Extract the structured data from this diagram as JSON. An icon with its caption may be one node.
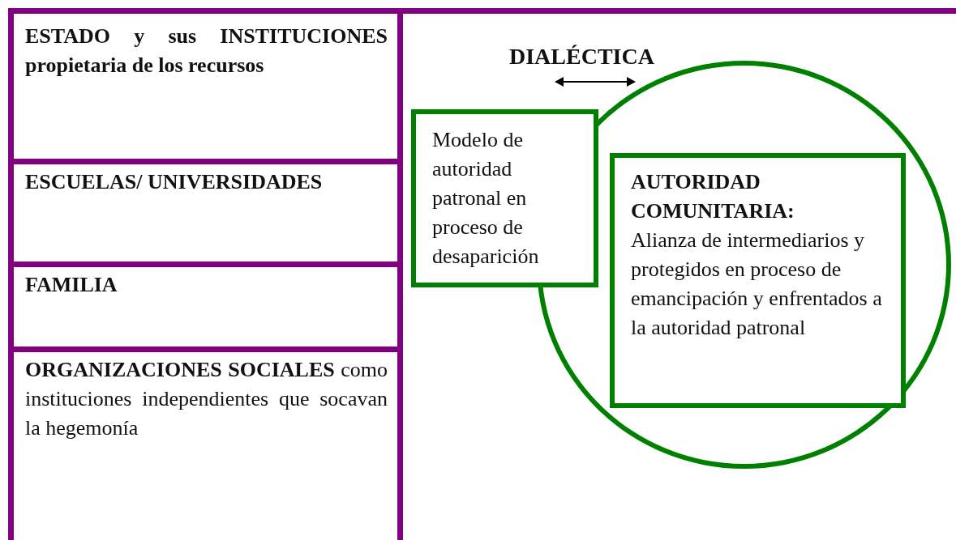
{
  "diagram": {
    "nodes": [
      {
        "text": [
          "ESTADO y sus INSTITUCIONES propietaria de los recursos"
        ]
      },
      {
        "text": [
          "ESCUELAS/ UNIVERSIDADES"
        ]
      },
      {
        "text": [
          "FAMILIA"
        ]
      },
      {
        "text": [
          "**ORGANIZACIONES SOCIALES** como instituciones independientes que socavan la hegemonía"
        ]
      },
      {
        "text": [
          "Modelo de autoridad patronal en proceso de desaparición"
        ]
      },
      {
        "text": [],
        "shape": "circle"
      },
      {
        "text": [
          "AUTORIDAD COMUNITARIA:",
          "Alianza de intermediarios y protegidos en proceso de emancipación y enfrentados a la autoridad patronal"
        ],
        "in": 5
      }
    ],
    "edges": [],
    "labels": [
      "DIALÉCTICA"
    ]
  }
}
